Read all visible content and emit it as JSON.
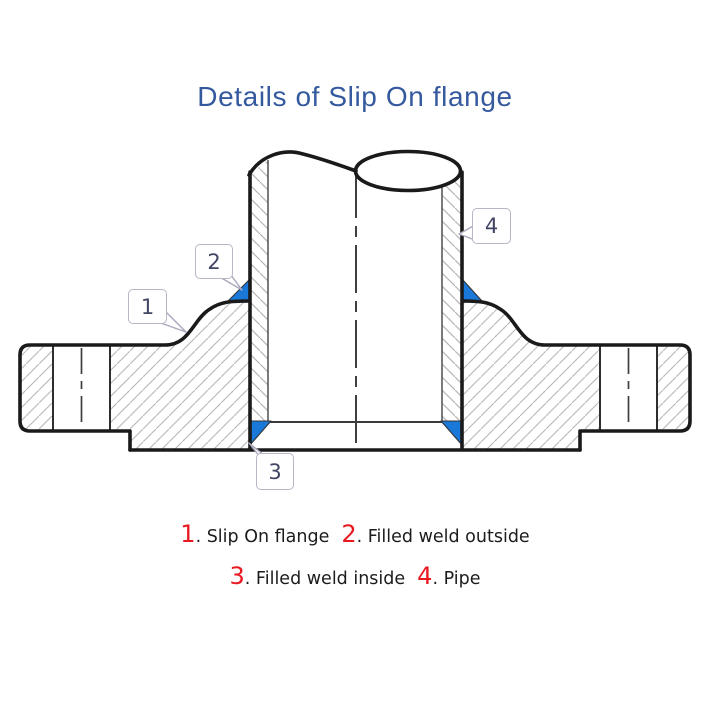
{
  "title": {
    "text": "Details of Slip On flange"
  },
  "callouts": {
    "c1": "1",
    "c2": "2",
    "c3": "3",
    "c4": "4"
  },
  "legend": {
    "items": [
      {
        "num": "1",
        "label": ". Slip On flange"
      },
      {
        "num": "2",
        "label": ". Filled weld outside"
      },
      {
        "num": "3",
        "label": ". Filled weld inside"
      },
      {
        "num": "4",
        "label": ". Pipe"
      }
    ]
  },
  "diagram": {
    "colors": {
      "title_blue": "#35599e",
      "legend_red": "#e8191f",
      "weld_blue": "#1a78d9",
      "outline_black": "#1a1a1a",
      "hatch_gray": "#bcbcbc",
      "callout_border": "#b7b7c7"
    }
  }
}
